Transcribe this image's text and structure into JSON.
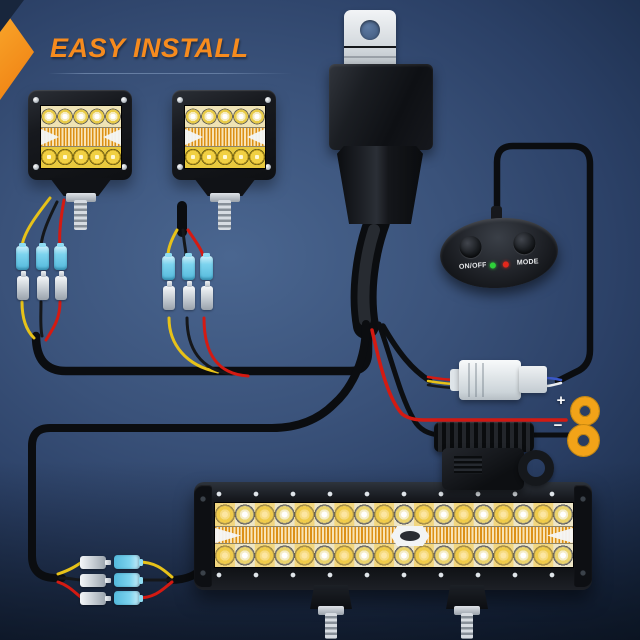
{
  "banner": {
    "title": "EASY INSTALL",
    "accent_color": "#f68b1e"
  },
  "switch": {
    "on_off_label": "ON/OFF",
    "mode_label": "MODE",
    "power_led_color": "#2ed23a",
    "mode_led_color": "#e3281c"
  },
  "power": {
    "positive_label": "+",
    "negative_label": "−",
    "ring_terminal_color": "#f2a318"
  },
  "components": {
    "pod_lights": [
      "led-pod-light-left",
      "led-pod-light-right"
    ],
    "relay": "relay-with-mounting-tab",
    "remote_switch": "on-off-mode-remote-switch",
    "quick_connector": "2-pin-quick-connector",
    "fuse_holder": "inline-fuse-holder",
    "light_bar": "triple-row-led-light-bar",
    "connector_sets": [
      "spade-connectors-pod-left",
      "spade-connectors-pod-right",
      "spade-connectors-light-bar"
    ]
  },
  "colors": {
    "background_navy": "#2b4066",
    "wire_red": "#d41a12",
    "wire_yellow": "#e7c219",
    "wire_black": "#0c0e11",
    "connector_blue": "#7cd3ee",
    "connector_silver": "#e6eaee"
  }
}
